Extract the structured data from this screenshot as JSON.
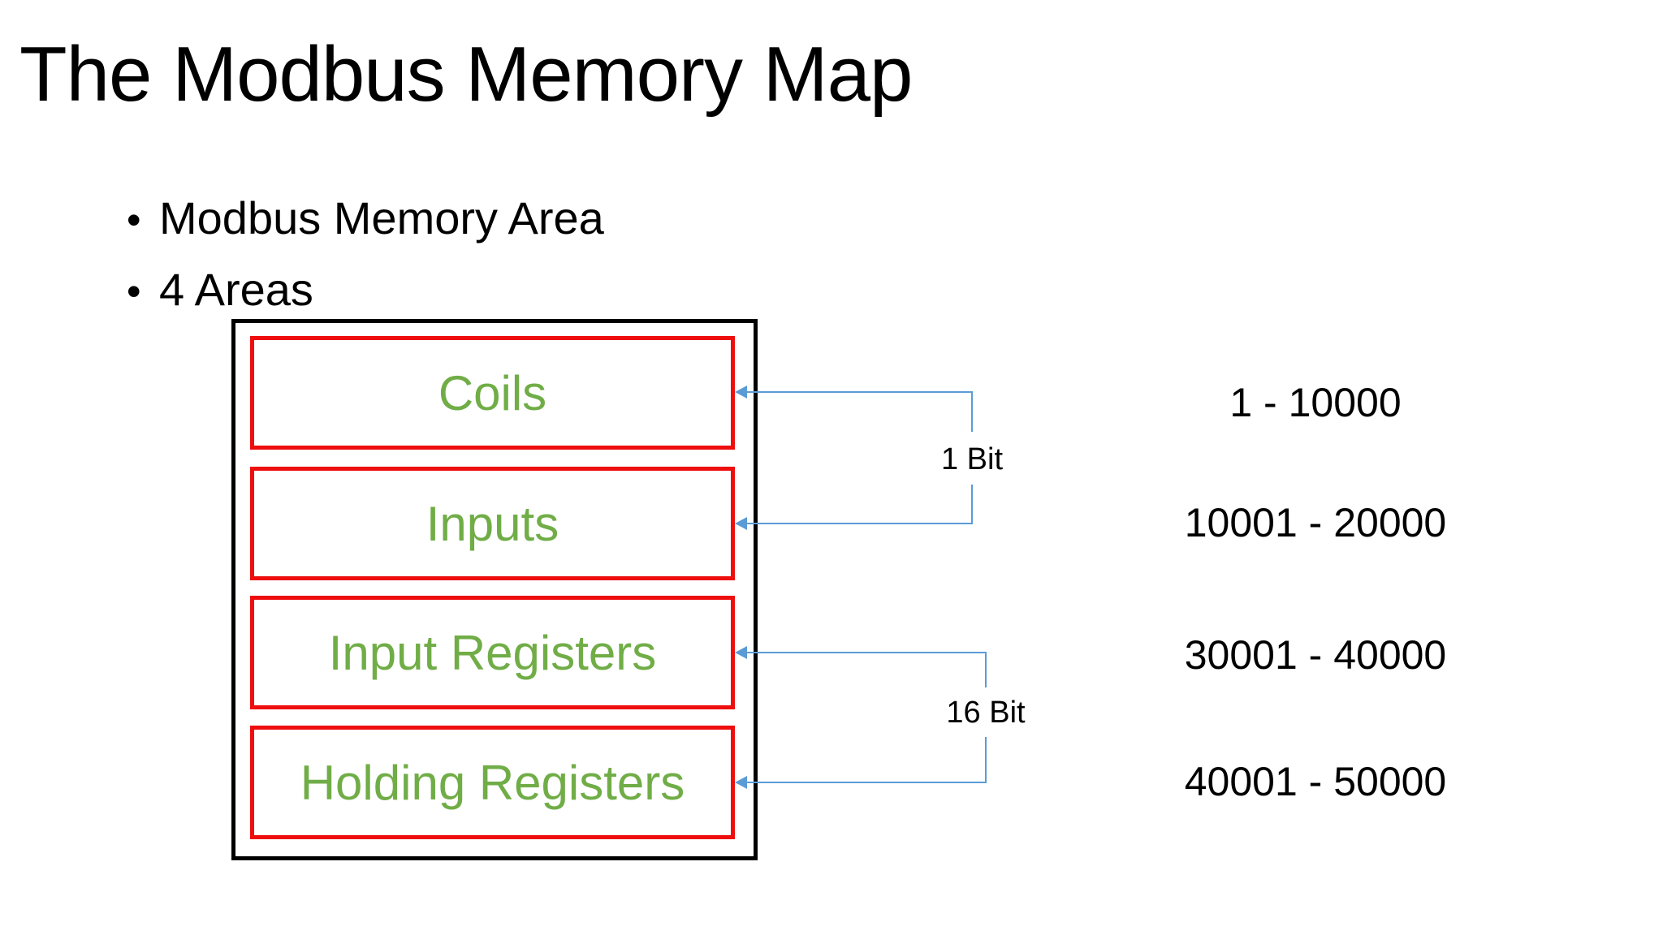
{
  "slide": {
    "title": "The Modbus Memory Map",
    "bullet_char": "•",
    "bullets": [
      {
        "text": "Modbus Memory Area"
      },
      {
        "text": "4 Areas"
      }
    ]
  },
  "diagram": {
    "areas": [
      {
        "label": "Coils",
        "range": "1 - 10000"
      },
      {
        "label": "Inputs",
        "range": "10001 - 20000"
      },
      {
        "label": "Input Registers",
        "range": "30001 - 40000"
      },
      {
        "label": "Holding Registers",
        "range": "40001 - 50000"
      }
    ],
    "bit_groups": [
      {
        "label": "1 Bit"
      },
      {
        "label": "16 Bit"
      }
    ],
    "colors": {
      "outer_border": "#000000",
      "area_border": "#ee0e0e",
      "area_label": "#70ad47",
      "connector": "#5b9bd5",
      "range_text": "#000000"
    }
  }
}
